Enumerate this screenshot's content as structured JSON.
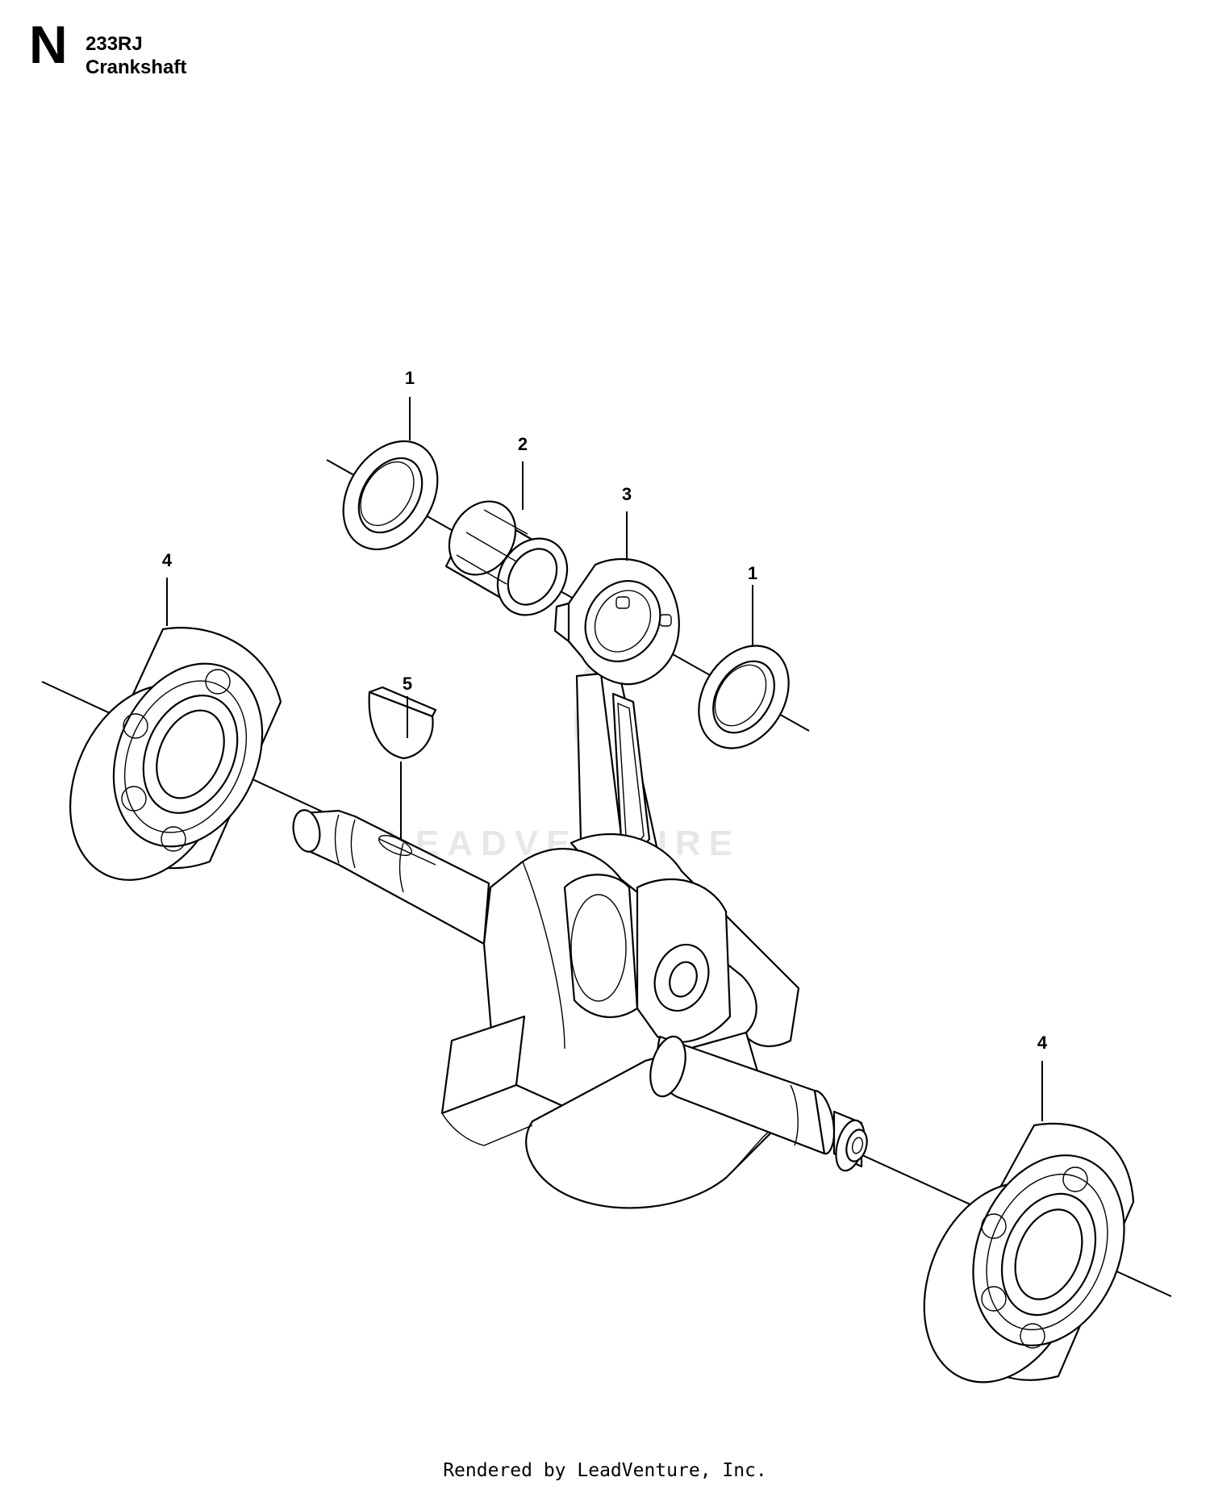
{
  "header": {
    "section_letter": "N",
    "model": "233RJ",
    "title": "Crankshaft"
  },
  "callouts": [
    {
      "id": "c1a",
      "label": "1"
    },
    {
      "id": "c2",
      "label": "2"
    },
    {
      "id": "c3",
      "label": "3"
    },
    {
      "id": "c1b",
      "label": "1"
    },
    {
      "id": "c4a",
      "label": "4"
    },
    {
      "id": "c5",
      "label": "5"
    },
    {
      "id": "c4b",
      "label": "4"
    }
  ],
  "watermark": "LEADVENTURE",
  "footer": "Rendered by LeadVenture, Inc."
}
